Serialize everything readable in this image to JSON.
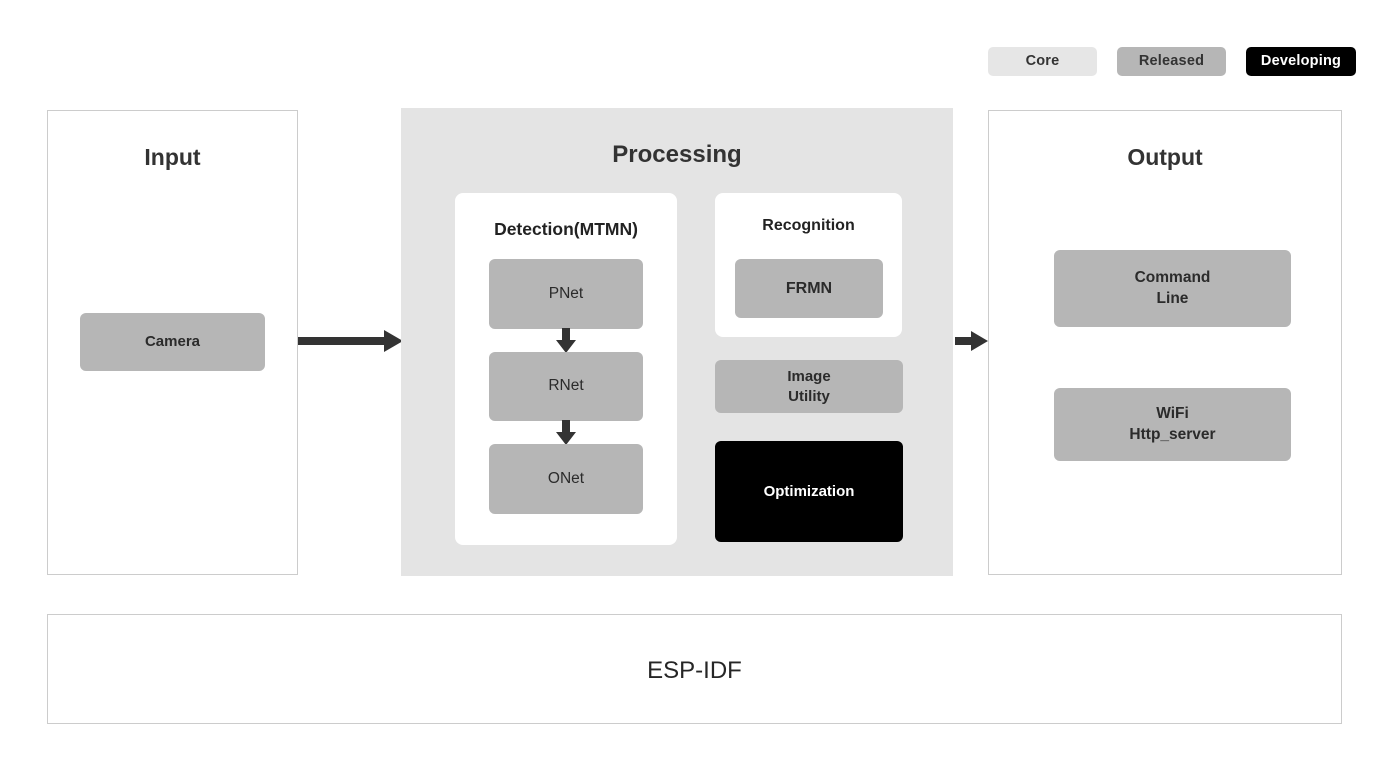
{
  "legend": {
    "items": [
      {
        "label": "Core",
        "color": "#e6e6e6",
        "text_color": "#333333"
      },
      {
        "label": "Released",
        "color": "#b6b6b6",
        "text_color": "#333333"
      },
      {
        "label": "Developing",
        "color": "#000000",
        "text_color": "#ffffff"
      }
    ]
  },
  "panels": {
    "input": {
      "title": "Input",
      "blocks": [
        {
          "label": "Camera",
          "status": "Released"
        }
      ]
    },
    "processing": {
      "title": "Processing",
      "cards": [
        {
          "title": "Detection(MTMN)",
          "blocks": [
            {
              "label": "PNet",
              "status": "Released"
            },
            {
              "label": "RNet",
              "status": "Released"
            },
            {
              "label": "ONet",
              "status": "Released"
            }
          ]
        },
        {
          "title": "Recognition",
          "blocks": [
            {
              "label": "FRMN",
              "status": "Released"
            }
          ]
        }
      ],
      "blocks": [
        {
          "label": "Image\nUtility",
          "status": "Released"
        },
        {
          "label": "Optimization",
          "status": "Developing"
        }
      ]
    },
    "output": {
      "title": "Output",
      "blocks": [
        {
          "label": "Command\nLine",
          "status": "Released"
        },
        {
          "label": "WiFi\nHttp_server",
          "status": "Released"
        }
      ]
    },
    "foundation": {
      "title": "ESP-IDF"
    }
  },
  "colors": {
    "core": "#e6e6e6",
    "released": "#b6b6b6",
    "developing": "#000000",
    "processing_bg": "#e4e4e4",
    "panel_border": "#cccccc",
    "arrow": "#333333",
    "text": "#333333"
  }
}
